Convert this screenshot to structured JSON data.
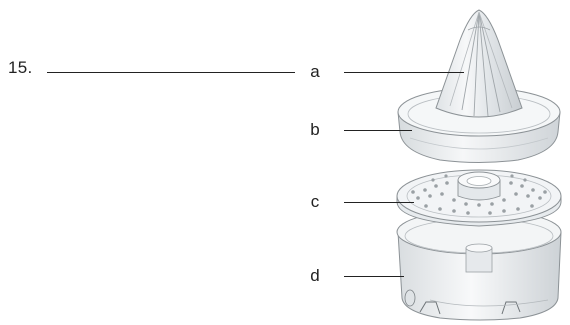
{
  "question": {
    "number": "15."
  },
  "parts": [
    {
      "letter": "a",
      "part": "juicing-cone"
    },
    {
      "letter": "b",
      "part": "cone-collar"
    },
    {
      "letter": "c",
      "part": "strainer"
    },
    {
      "letter": "d",
      "part": "base-container"
    }
  ],
  "colors": {
    "text": "#222222",
    "plastic_fill": "#eef1f3",
    "plastic_edge": "#8c9296",
    "plastic_shadow": "#c9ced2"
  }
}
